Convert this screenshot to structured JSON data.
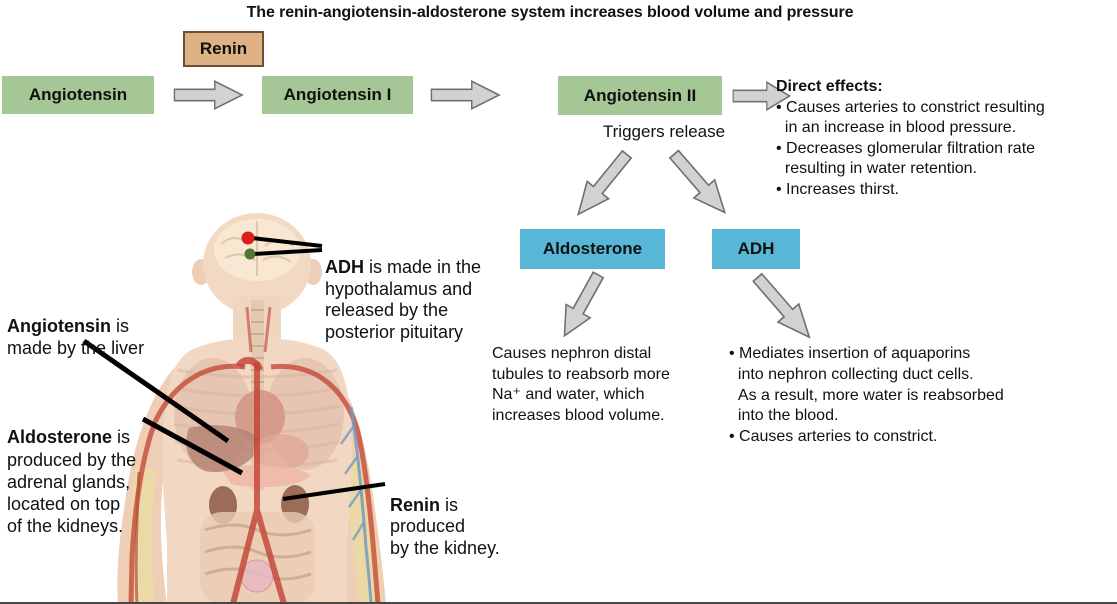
{
  "title": "The renin-angiotensin-aldosterone system increases blood volume and pressure",
  "flow": {
    "renin_label": "Renin",
    "angiotensin_label": "Angiotensin",
    "angiotensin1_label": "Angiotensin I",
    "angiotensin2_label": "Angiotensin II",
    "triggers_release": "Triggers release"
  },
  "direct_effects": {
    "heading": "Direct effects:",
    "lines": [
      "• Causes arteries to constrict resulting",
      "  in an increase in blood pressure.",
      "• Decreases glomerular filtration rate",
      "  resulting in water retention.",
      "• Increases thirst."
    ]
  },
  "hormones": {
    "aldosterone_label": "Aldosterone",
    "adh_label": "ADH"
  },
  "aldosterone_effect": {
    "lines": [
      "Causes nephron distal",
      "tubules to reabsorb more",
      "Na⁺ and water, which",
      "increases blood volume."
    ]
  },
  "adh_effect": {
    "lines": [
      "• Mediates insertion of aquaporins",
      "  into nephron collecting duct cells.",
      "  As a result, more water is reabsorbed",
      "  into the blood.",
      "• Causes arteries to constrict."
    ]
  },
  "body_labels": {
    "adh": {
      "bold": "ADH",
      "rest": " is made in the\nhypothalamus and\nreleased by the\nposterior pituitary"
    },
    "angiotensin": {
      "bold": "Angiotensin",
      "rest": " is\nmade by the liver"
    },
    "aldosterone": {
      "bold": "Aldosterone",
      "rest": " is\nproduced by the\nadrenal glands,\nlocated on top\nof the kidneys."
    },
    "renin": {
      "bold": "Renin",
      "rest": " is\nproduced\nby the kidney."
    }
  },
  "colors": {
    "box_green": "#a5c795",
    "box_tan": "#deb284",
    "box_tan_border": "#6d4f33",
    "box_blue": "#58b7d6",
    "arrow_fill": "#d2d2d2",
    "arrow_stroke": "#707070",
    "dot_red": "#dd1c1c",
    "dot_green": "#4e7a30"
  }
}
